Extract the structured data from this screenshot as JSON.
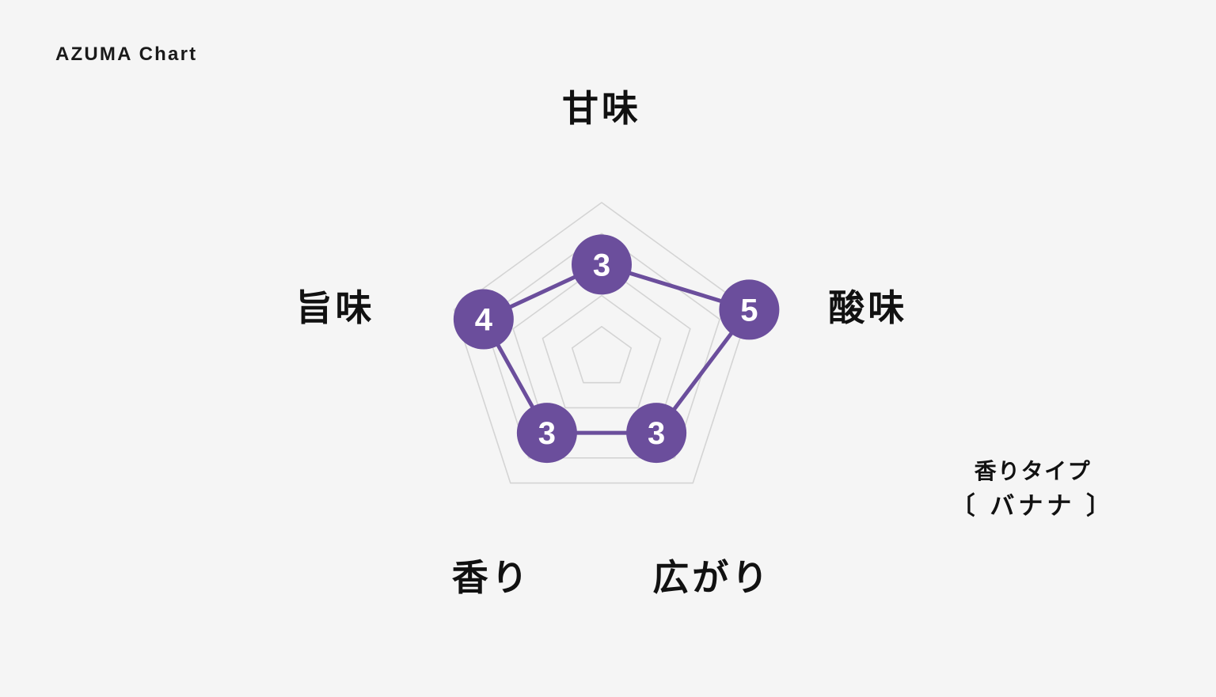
{
  "page": {
    "title": "AZUMA Chart",
    "background_color": "#f5f5f5"
  },
  "aroma": {
    "label": "香りタイプ",
    "value": "〔 バナナ 〕"
  },
  "colors": {
    "accent": "#6b4e9c",
    "grid": "#d4d4d4",
    "text": "#111111",
    "badge_text": "#ffffff"
  },
  "chart_data": {
    "type": "radar",
    "title": "AZUMA Chart",
    "categories": [
      "甘味",
      "酸味",
      "広がり",
      "香り",
      "旨味"
    ],
    "values": [
      3,
      5,
      3,
      3,
      4
    ],
    "rings": [
      1,
      2,
      3,
      4,
      5
    ],
    "rlim": [
      0,
      5
    ],
    "grid": true,
    "legend": false,
    "annotations": [
      "香りタイプ",
      "〔 バナナ 〕"
    ],
    "series": [
      {
        "name": "AZUMA",
        "values": [
          3,
          5,
          3,
          3,
          4
        ],
        "color": "#6b4e9c"
      }
    ],
    "point_labels": [
      "3",
      "5",
      "3",
      "3",
      "4"
    ]
  }
}
